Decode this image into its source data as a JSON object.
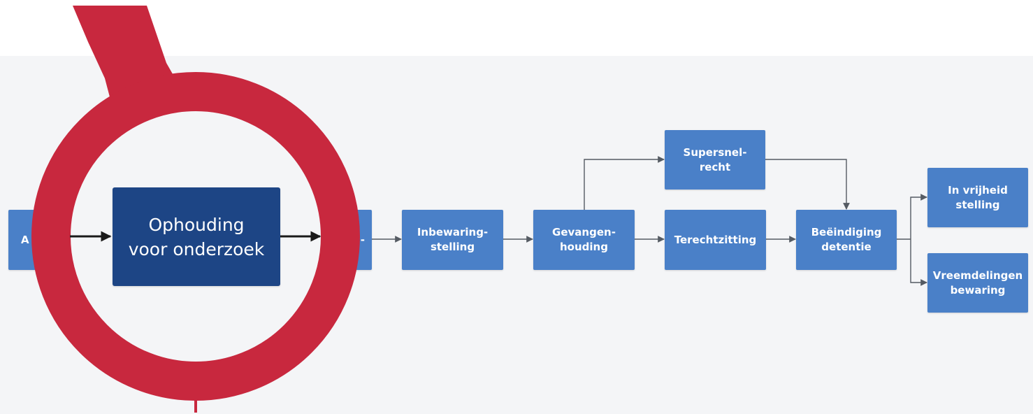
{
  "diagram": {
    "nodes": {
      "aanhouding": "A",
      "ophouding": "Ophouding\nvoor onderzoek",
      "inverzekering": "-",
      "inbewaring": "Inbewaring-\nstelling",
      "gevangen": "Gevangen-\nhouding",
      "supersnel": "Supersnel-\nrecht",
      "terecht": "Terechtzitting",
      "beeindiging": "Beëindiging\ndetentie",
      "vrijheid": "In vrijheid\nstelling",
      "vreemdelingen": "Vreemdelingen\nbewaring"
    },
    "colors": {
      "node": "#4a80c8",
      "focus_node": "#1d4585",
      "magnifier_ring": "#c8283e",
      "connector": "#555b63",
      "focus_connector": "#1a1a1a"
    }
  }
}
